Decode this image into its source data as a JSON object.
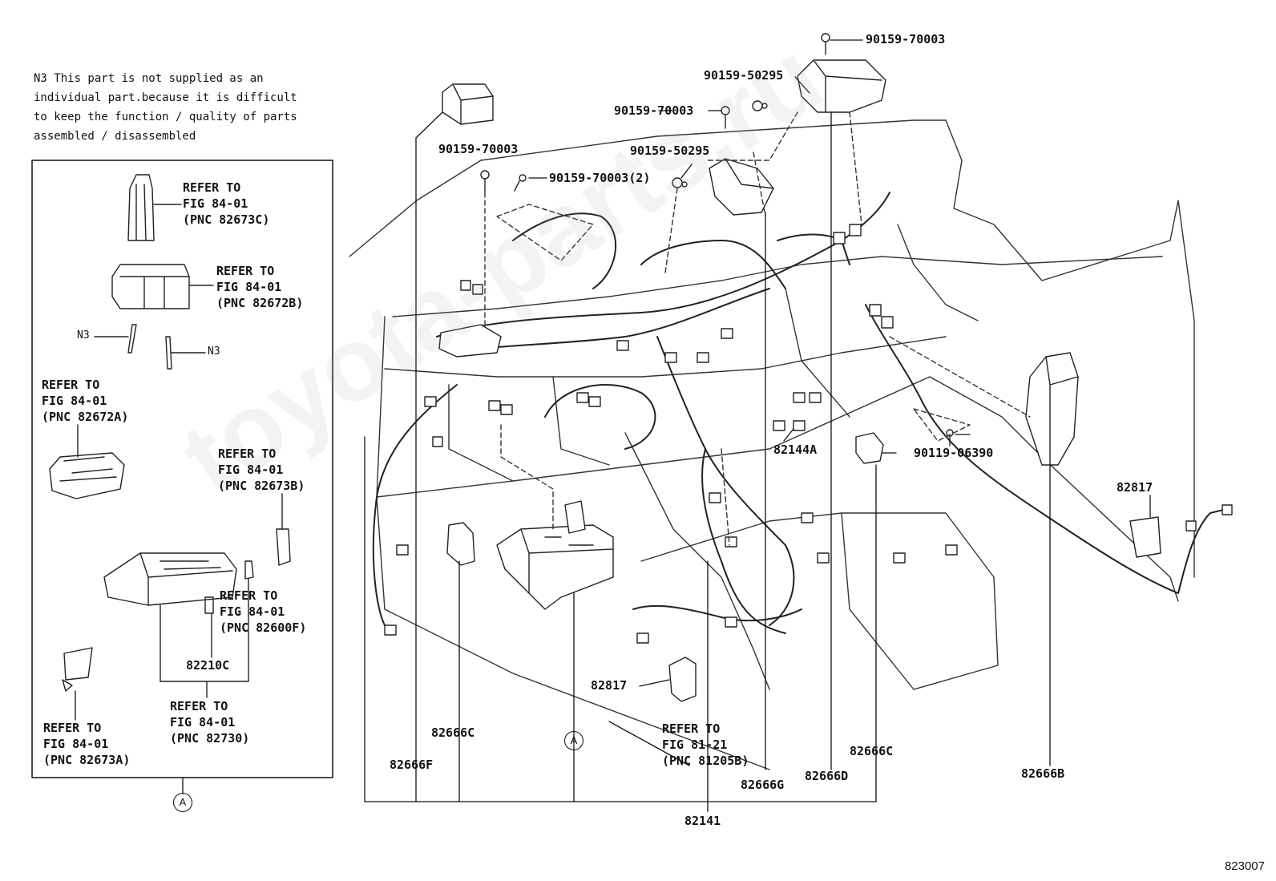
{
  "note": {
    "lines": [
      "N3 This part is not supplied as an",
      "individual part.because it is difficult",
      "to keep the function / quality of parts",
      "assembled / disassembled"
    ]
  },
  "inset": {
    "refs": [
      {
        "lines": [
          "REFER TO",
          "FIG 84-01",
          "(PNC 82673C)"
        ]
      },
      {
        "lines": [
          "REFER TO",
          "FIG 84-01",
          "(PNC 82672B)"
        ]
      },
      {
        "lines": [
          "REFER TO",
          "FIG 84-01",
          "(PNC 82672A)"
        ]
      },
      {
        "lines": [
          "REFER TO",
          "FIG 84-01",
          "(PNC 82673B)"
        ]
      },
      {
        "lines": [
          "REFER TO",
          "FIG 84-01",
          "(PNC 82600F)"
        ]
      },
      {
        "lines": [
          "REFER TO",
          "FIG 84-01",
          "(PNC 82730)"
        ]
      },
      {
        "lines": [
          "REFER TO",
          "FIG 84-01",
          "(PNC 82673A)"
        ]
      }
    ],
    "n3_label": "N3",
    "part_82210c": "82210C",
    "circle_a": "A"
  },
  "main": {
    "bolts": [
      "90159-70003",
      "90159-50295",
      "90159-70003",
      "90159-70003",
      "90159-70003(2)",
      "90159-50295",
      "90119-06390"
    ],
    "parts": {
      "p82144a": "82144A",
      "p82817_right": "82817",
      "p82817_center": "82817",
      "p82666c_left": "82666C",
      "p82666f": "82666F",
      "p82666g": "82666G",
      "p82666d": "82666D",
      "p82666c_right": "82666C",
      "p82666b": "82666B",
      "p82141": "82141"
    },
    "ref_81": {
      "lines": [
        "REFER TO",
        "FIG 81-21",
        "(PNC 81205B)"
      ]
    },
    "circle_a": "A"
  },
  "diagram_code": "823007",
  "watermark": "toyota-parts.ru"
}
